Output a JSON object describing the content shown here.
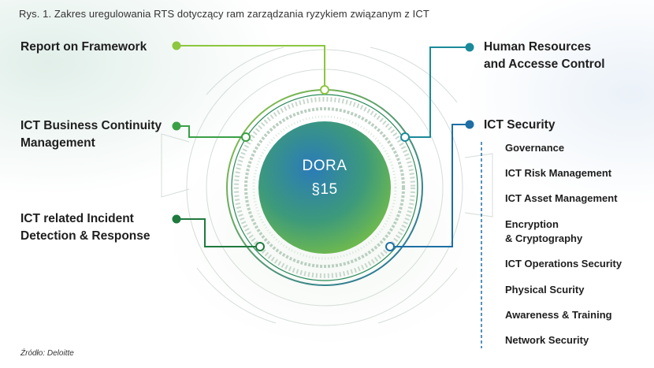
{
  "caption": "Rys. 1. Zakres uregulowania RTS dotyczący ram zarządzania ryzykiem związanym z ICT",
  "source": "Źródło: Deloitte",
  "center": {
    "line1": "DORA",
    "line2": "§15"
  },
  "left_items": [
    {
      "line1": "Report on Framework",
      "line2": ""
    },
    {
      "line1": "ICT Business Continuity",
      "line2": "Management"
    },
    {
      "line1": "ICT related Incident",
      "line2": "Detection & Response"
    }
  ],
  "right_items": [
    {
      "line1": "Human Resources",
      "line2": "and Accesse Control"
    },
    {
      "line1": "ICT Security",
      "line2": ""
    }
  ],
  "ict_security_subitems": [
    {
      "line1": "Governance",
      "line2": ""
    },
    {
      "line1": "ICT Risk Management",
      "line2": ""
    },
    {
      "line1": "ICT Asset Management",
      "line2": ""
    },
    {
      "line1": "Encryption",
      "line2": "& Cryptography"
    },
    {
      "line1": "ICT Operations Security",
      "line2": ""
    },
    {
      "line1": "Physical Scurity",
      "line2": ""
    },
    {
      "line1": "Awareness & Training",
      "line2": ""
    },
    {
      "line1": "Network Security",
      "line2": ""
    }
  ],
  "colors": {
    "lime": "#8dc63f",
    "green": "#3aa047",
    "dark_green": "#1f7a3e",
    "teal": "#1a8a9a",
    "blue": "#1d6fa5"
  }
}
